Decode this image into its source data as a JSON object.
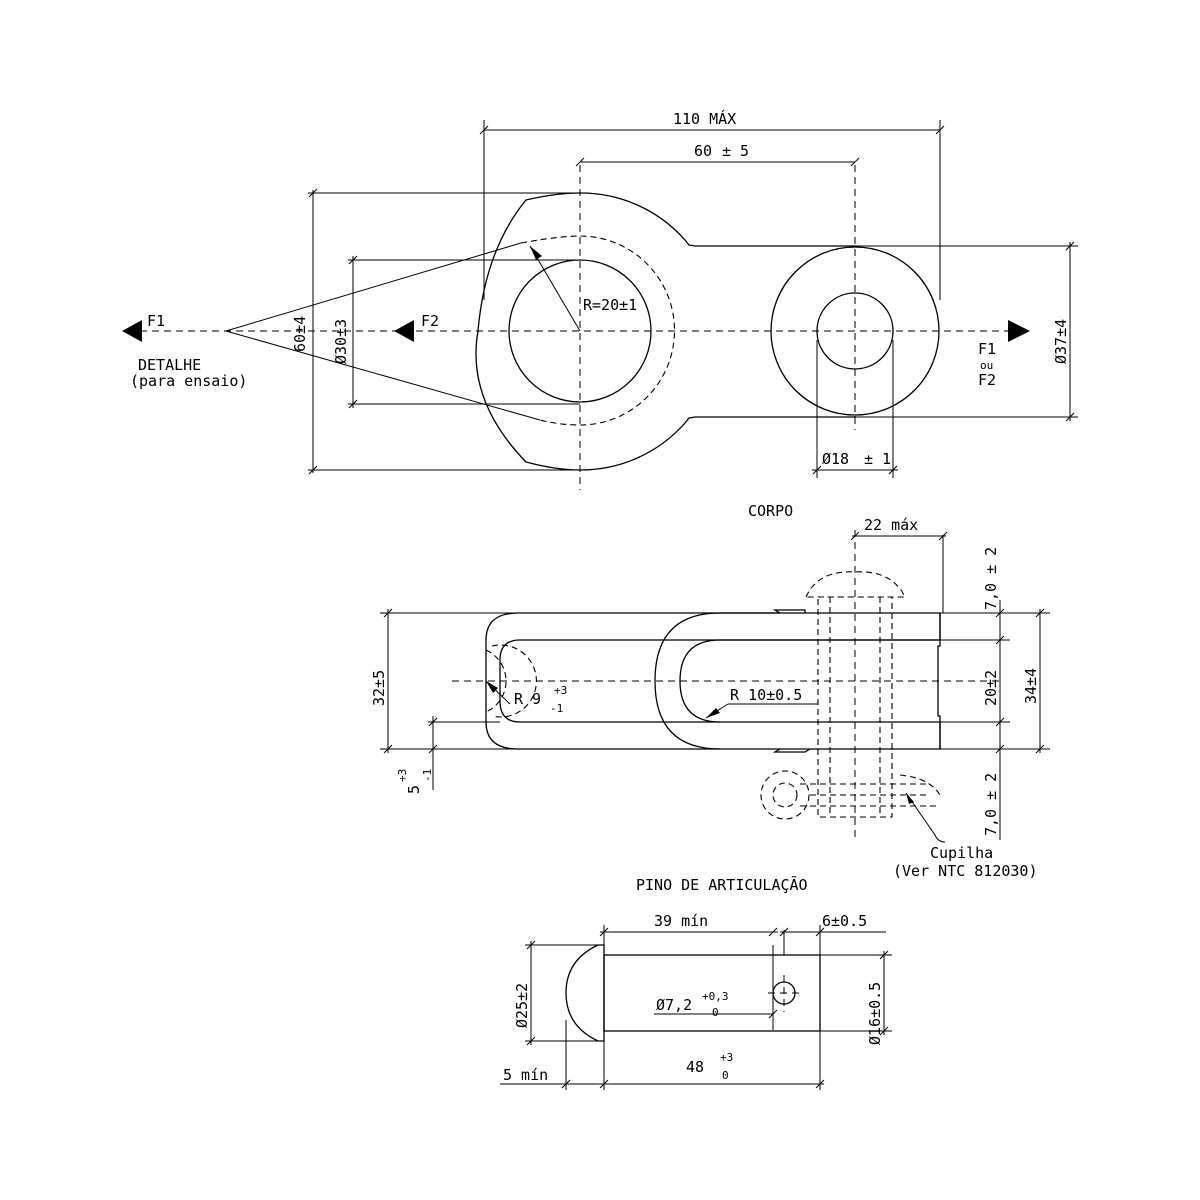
{
  "views": {
    "top": {
      "labels": {
        "overall_width": "110 MÁX",
        "center_distance_value": "60",
        "center_distance_tol": "± 5",
        "radius": "R=20±1",
        "height_left": "60±4",
        "hole_left": "Ø30±3",
        "diameter_right": "Ø37±4",
        "hole_right_value": "Ø18",
        "hole_right_tol": "± 1",
        "force_1": "F1",
        "force_2": "F2",
        "force_right_1": "F1",
        "force_right_or": "ou",
        "force_right_2": "F2",
        "detail_title": "DETALHE",
        "detail_subtitle": "(para ensaio)"
      }
    },
    "body": {
      "title": "CORPO",
      "labels": {
        "width_max": "22 máx",
        "top_tol": "7,0 ± 2",
        "gap": "20±2",
        "outer": "34±4",
        "bottom_tol": "7,0 ± 2",
        "height": "32±5",
        "slot_radius_value": "R 9",
        "slot_radius_upper": "+3",
        "slot_radius_lower": "-1",
        "inner_radius": "R 10±0.5",
        "wall_value": "5",
        "wall_upper": "+3",
        "wall_lower": "-1",
        "cotter_name": "Cupilha",
        "cotter_ref": "(Ver NTC 812030)"
      }
    },
    "pin": {
      "title": "PINO DE ARTICULAÇÃO",
      "labels": {
        "length_min": "39 mín",
        "end_distance": "6±0.5",
        "head_diameter": "Ø25±2",
        "shank_diameter": "Ø16±0.5",
        "hole_value": "Ø7,2",
        "hole_upper": "+0,3",
        "hole_lower": "0",
        "head_min": "5 mín",
        "total_value": "48",
        "total_upper": "+3",
        "total_lower": "0"
      }
    }
  }
}
